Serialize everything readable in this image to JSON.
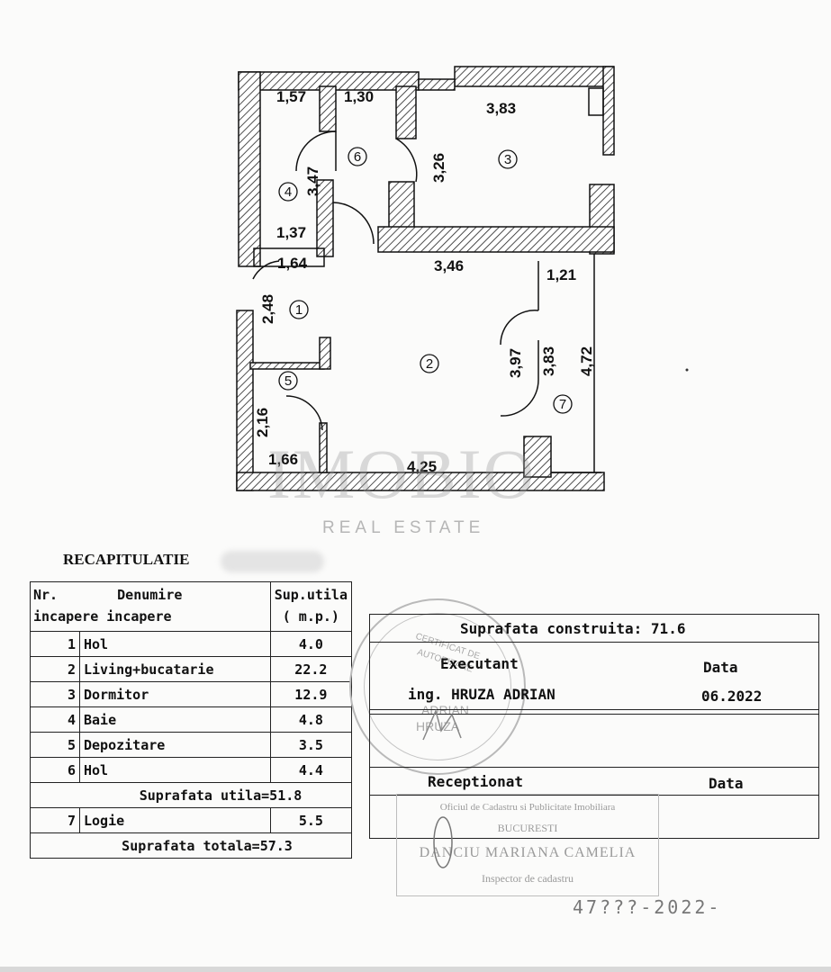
{
  "plan": {
    "rooms": [
      {
        "num": "1"
      },
      {
        "num": "2"
      },
      {
        "num": "3"
      },
      {
        "num": "4"
      },
      {
        "num": "5"
      },
      {
        "num": "6"
      },
      {
        "num": "7"
      }
    ],
    "dimensions": [
      "1,57",
      "1,30",
      "3,83",
      "3,47",
      "3,26",
      "1,37",
      "1,64",
      "3,46",
      "1,21",
      "2,48",
      "3,97",
      "3,83",
      "4,72",
      "2,16",
      "1,66",
      "4,25"
    ],
    "watermark": {
      "brand": "IMOBIO",
      "sub": "REAL ESTATE"
    }
  },
  "recap": {
    "title": "RECAPITULATIE",
    "headers": {
      "nr_line1": "Nr.",
      "nr_line2": "incapere",
      "name_line1": "Denumire",
      "name_line2": "incapere",
      "sup_line1": "Sup.utila",
      "sup_line2": "( m.p.)"
    },
    "rows": [
      {
        "nr": "1",
        "name": "Hol",
        "value": "4.0"
      },
      {
        "nr": "2",
        "name": "Living+bucatarie",
        "value": "22.2"
      },
      {
        "nr": "3",
        "name": "Dormitor",
        "value": "12.9"
      },
      {
        "nr": "4",
        "name": "Baie",
        "value": "4.8"
      },
      {
        "nr": "5",
        "name": "Depozitare",
        "value": "3.5"
      },
      {
        "nr": "6",
        "name": "Hol",
        "value": "4.4"
      }
    ],
    "utila_total": "Suprafata utila=51.8",
    "logie": {
      "nr": "7",
      "name": "Logie",
      "value": "5.5"
    },
    "grand_total": "Suprafata totala=57.3"
  },
  "info": {
    "constructed": "Suprafata construita: 71.6",
    "executant_label": "Executant",
    "date_label": "Data",
    "executant_name": "ing. HRUZA ADRIAN",
    "executant_date": "06.2022",
    "receptionat_label": "Receptionat",
    "date_label2": "Data"
  },
  "stamps": {
    "round_lines": [
      "CERTIFICAT DE",
      "AUTORIZARE",
      "ADRIAN",
      "HRUZA"
    ],
    "rect_lines": [
      "Oficiul de Cadastru si Publicitate Imobiliara",
      "BUCURESTI",
      "DANCIU MARIANA CAMELIA",
      "Inspector de cadastru"
    ],
    "handwritten_number": "47???-2022-"
  }
}
